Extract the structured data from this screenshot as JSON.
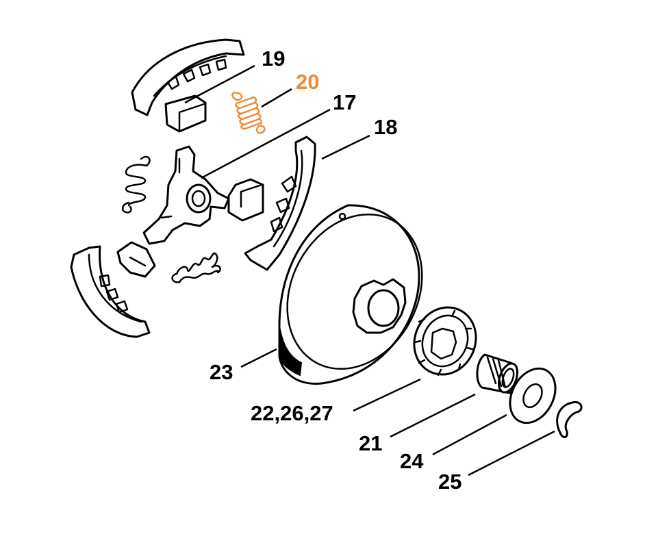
{
  "colors": {
    "line": "#000000",
    "highlight": "#f08a36",
    "background": "#ffffff"
  },
  "labels": {
    "l19": "19",
    "l20": "20",
    "l17": "17",
    "l18": "18",
    "l23": "23",
    "l22": "22,26,27",
    "l21": "21",
    "l24": "24",
    "l25": "25"
  },
  "highlighted_part": "20"
}
